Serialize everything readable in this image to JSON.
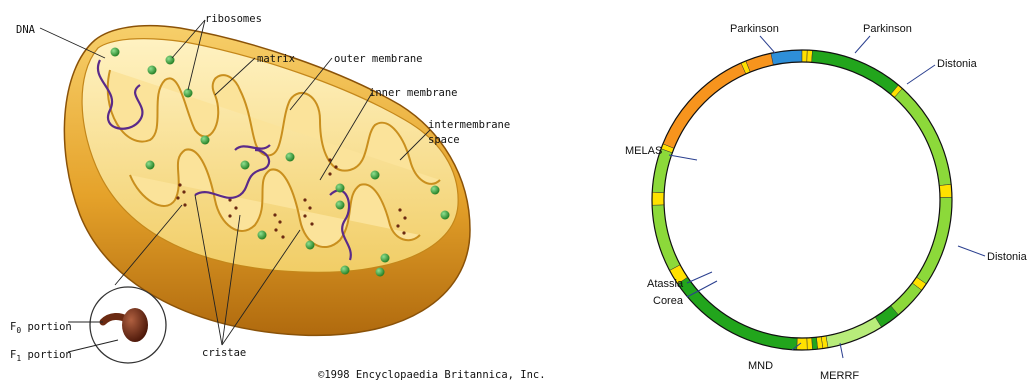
{
  "mitochondrion": {
    "labels": {
      "dna": "DNA",
      "ribosomes": "ribosomes",
      "matrix": "matrix",
      "outer_membrane": "outer membrane",
      "inner_membrane": "inner membrane",
      "intermembrane_space": "intermembrane space",
      "intermembrane_line1": "intermembrane",
      "intermembrane_line2": "space",
      "f0_sym": "F",
      "f0_sub": "0",
      "f0_rest": " portion",
      "f1_sym": "F",
      "f1_sub": "1",
      "f1_rest": " portion",
      "cristae": "cristae",
      "copyright": "©1998 Encyclopaedia Britannica, Inc."
    },
    "colors": {
      "outer_shell": "#d9961a",
      "inner_fold": "#f5d97a",
      "matrix": "#fbe9a8",
      "dna": "#5a2a8a",
      "ribosome": "#2f9a2f",
      "atp_synthase": "#6b2a12"
    }
  },
  "mtdna_map": {
    "disease_labels": {
      "parkinson_left": "Parkinson",
      "parkinson_right": "Parkinson",
      "distonia_top": "Distonia",
      "melas": "MELAS",
      "distonia_right": "Distonia",
      "atassia": "Atassia",
      "corea": "Corea",
      "mnd": "MND",
      "merrf": "MERRF"
    },
    "colors": {
      "orange_region": "#f7941d",
      "blue_region": "#2e8fd8",
      "dark_green_region": "#22a51c",
      "light_green_region": "#8cd93a",
      "pale_green_region": "#b8ec7a",
      "trna_yellow": "#ffe100",
      "outline": "#111111"
    }
  }
}
